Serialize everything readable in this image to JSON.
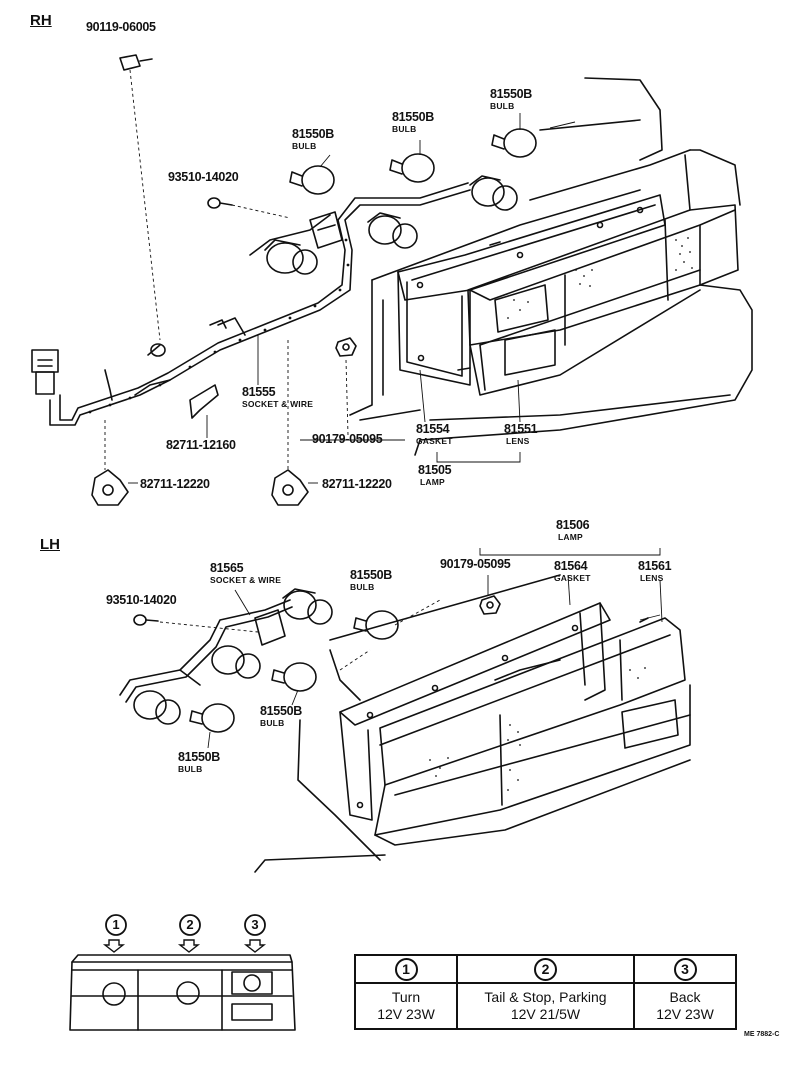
{
  "sections": {
    "rh": "RH",
    "lh": "LH"
  },
  "rh": {
    "screw_top": "90119-06005",
    "screw_mid": "93510-14020",
    "bulb_a": {
      "part": "81550B",
      "name": "BULB"
    },
    "bulb_b": {
      "part": "81550B",
      "name": "BULB"
    },
    "bulb_c": {
      "part": "81550B",
      "name": "BULB"
    },
    "socket_wire": {
      "part": "81555",
      "name": "SOCKET & WIRE"
    },
    "clip_1": "82711-12160",
    "clip_2": "82711-12220",
    "clip_3": "82711-12220",
    "nut": "90179-05095",
    "gasket": {
      "part": "81554",
      "name": "GASKET"
    },
    "lens": {
      "part": "81551",
      "name": "LENS"
    },
    "lamp": {
      "part": "81505",
      "name": "LAMP"
    }
  },
  "lh": {
    "lamp": {
      "part": "81506",
      "name": "LAMP"
    },
    "socket_wire": {
      "part": "81565",
      "name": "SOCKET & WIRE"
    },
    "bulb_a": {
      "part": "81550B",
      "name": "BULB"
    },
    "nut": "90179-05095",
    "gasket": {
      "part": "81564",
      "name": "GASKET"
    },
    "lens": {
      "part": "81561",
      "name": "LENS"
    },
    "screw": "93510-14020",
    "bulb_b": {
      "part": "81550B",
      "name": "BULB"
    },
    "bulb_c": {
      "part": "81550B",
      "name": "BULB"
    }
  },
  "legend": {
    "markers": [
      "1",
      "2",
      "3"
    ],
    "columns": [
      {
        "num": "1",
        "line1": "Turn",
        "line2": "12V 23W"
      },
      {
        "num": "2",
        "line1": "Tail & Stop, Parking",
        "line2": "12V 21/5W"
      },
      {
        "num": "3",
        "line1": "Back",
        "line2": "12V 23W"
      }
    ]
  },
  "drawing_code": "ME 7882-C"
}
